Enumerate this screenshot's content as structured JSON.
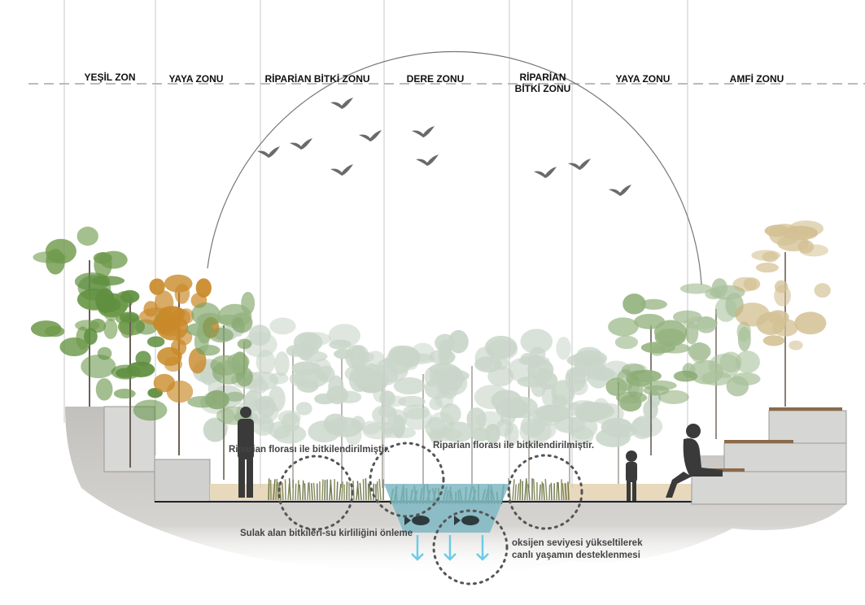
{
  "zones": [
    {
      "label": "YEŞİL ZON"
    },
    {
      "label": "YAYA ZONU"
    },
    {
      "label": "RİPARİAN BİTKİ ZONU"
    },
    {
      "label": "DERE ZONU"
    },
    {
      "label": "RİPARİAN BİTKİ ZONU"
    },
    {
      "label": "YAYA ZONU"
    },
    {
      "label": "AMFİ ZONU"
    }
  ],
  "annotations": {
    "riparian_left": "Riparian florası ile bitkilendirilmiştir.",
    "riparian_right": "Riparian florası ile bitkilendirilmiştir.",
    "wetland": "Sulak alan bitkileri-su kirliliğini önleme",
    "oxygen_line1": "oksijen seviyesi yükseltilerek",
    "oxygen_line2": "canlı yaşamın desteklenmesi"
  },
  "colors": {
    "water": "#7fb9c4",
    "arrow": "#6ccbe6",
    "ground": "#c9c7c4",
    "sand": "#e8d9bd",
    "tree_green": "#6f9a4c",
    "tree_autumn": "#c98a2a",
    "silhouette": "#3a3a3a"
  }
}
